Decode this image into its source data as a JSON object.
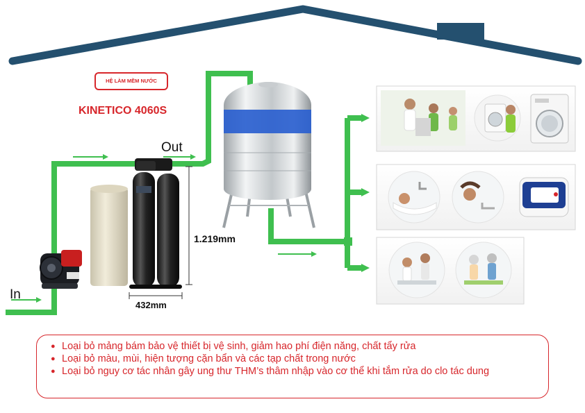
{
  "badge": {
    "text": "HỆ LÀM MỀM NƯỚC"
  },
  "model": {
    "text": "KINETICO 4060S"
  },
  "labels": {
    "out": "Out",
    "in": "In",
    "height": "1.219mm",
    "width": "432mm"
  },
  "bullets": [
    "Loại bỏ mảng bám bảo vệ thiết bị vệ sinh, giảm hao phí điện năng, chất tẩy rửa",
    "Loại bỏ màu, mùi, hiện tượng cặn bẩn và các tạp chất trong nước",
    "Loại bỏ nguy cơ tác nhân gây ung thư THM’s thâm nhập vào cơ thể khi tắm rửa do clo tác dung"
  ],
  "icons": {
    "roof": "house-roof-icon",
    "pump": "water-pump-icon",
    "brine_tank": "brine-tank-icon",
    "softener": "softener-columns-icon",
    "storage_tank": "stainless-water-tank-icon",
    "laundry": "laundry-icon",
    "washing_machine": "washing-machine-icon",
    "bath": "bath-icon",
    "water_heater": "water-heater-icon",
    "kitchen": "kitchen-icon"
  },
  "colors": {
    "pipe": "#3fbf4f",
    "roof": "#24506f",
    "accent_red": "#d7262b",
    "tank_band": "#2a5fcf"
  }
}
